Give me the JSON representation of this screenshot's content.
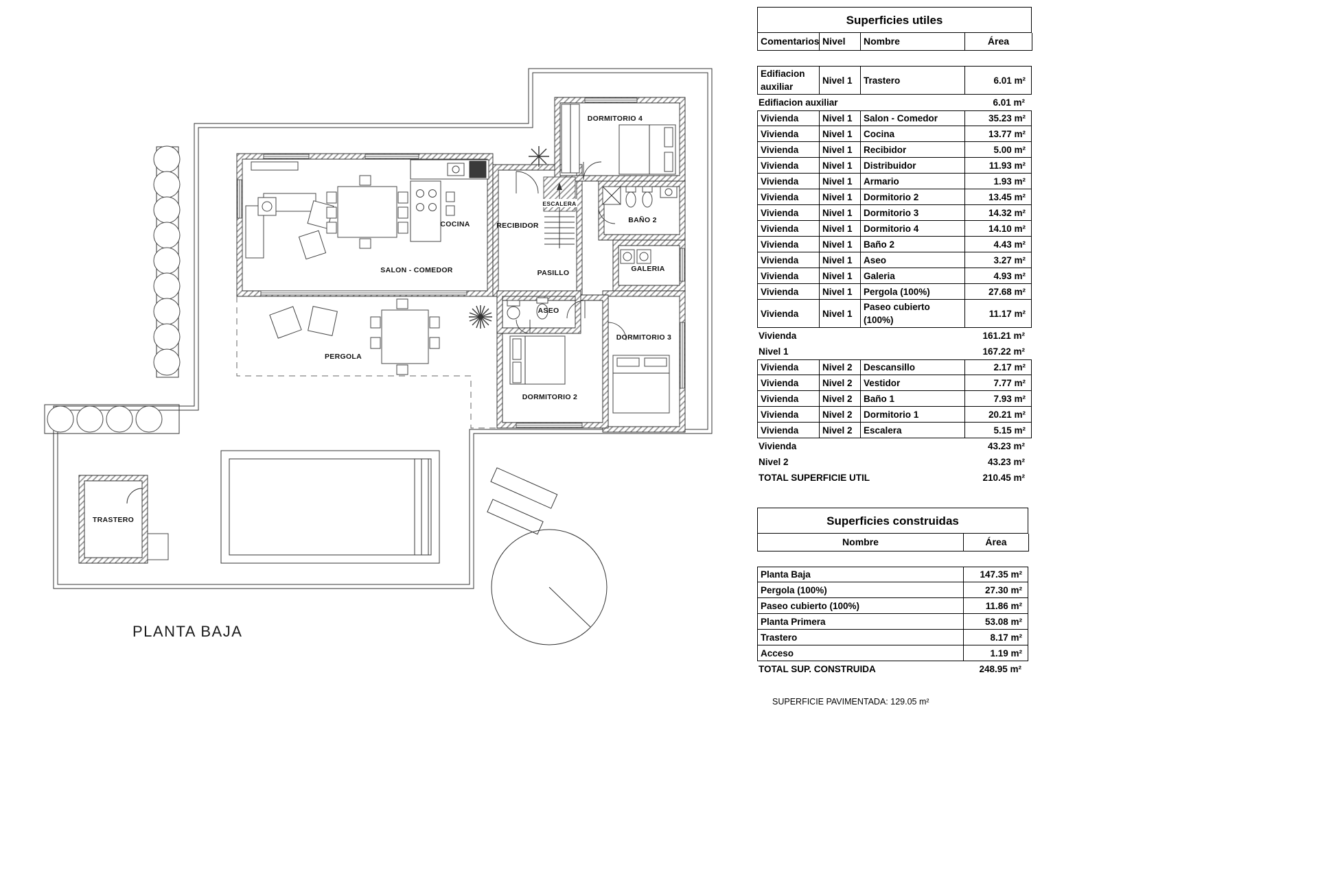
{
  "plan": {
    "title": "PLANTA BAJA",
    "footnote": "SUPERFICIE PAVIMENTADA: 129.05 m²",
    "rooms": {
      "salon": "SALON - COMEDOR",
      "cocina": "COCINA",
      "recibidor": "RECIBIDOR",
      "escalera": "ESCALERA",
      "pasillo": "PASILLO",
      "galeria": "GALERIA",
      "aseo": "ASEO",
      "bano2": "BAÑO 2",
      "dormitorio2": "DORMITORIO 2",
      "dormitorio3": "DORMITORIO 3",
      "dormitorio4": "DORMITORIO 4",
      "pergola": "PERGOLA",
      "trastero": "TRASTERO"
    }
  },
  "tables": {
    "utiles": {
      "title": "Superficies utiles",
      "headers": [
        "Comentarios",
        "Nivel",
        "Nombre",
        "Área"
      ],
      "rows": [
        {
          "type": "data",
          "comentarios": "Edifiacion auxiliar",
          "nivel": "Nivel 1",
          "nombre": "Trastero",
          "area": "6.01 m²"
        },
        {
          "type": "subtotal",
          "label": "Edifiacion auxiliar",
          "area": "6.01 m²"
        },
        {
          "type": "data",
          "comentarios": "Vivienda",
          "nivel": "Nivel 1",
          "nombre": "Salon - Comedor",
          "area": "35.23 m²"
        },
        {
          "type": "data",
          "comentarios": "Vivienda",
          "nivel": "Nivel 1",
          "nombre": "Cocina",
          "area": "13.77 m²"
        },
        {
          "type": "data",
          "comentarios": "Vivienda",
          "nivel": "Nivel 1",
          "nombre": "Recibidor",
          "area": "5.00 m²"
        },
        {
          "type": "data",
          "comentarios": "Vivienda",
          "nivel": "Nivel 1",
          "nombre": "Distribuidor",
          "area": "11.93 m²"
        },
        {
          "type": "data",
          "comentarios": "Vivienda",
          "nivel": "Nivel 1",
          "nombre": "Armario",
          "area": "1.93 m²"
        },
        {
          "type": "data",
          "comentarios": "Vivienda",
          "nivel": "Nivel 1",
          "nombre": "Dormitorio 2",
          "area": "13.45 m²"
        },
        {
          "type": "data",
          "comentarios": "Vivienda",
          "nivel": "Nivel 1",
          "nombre": "Dormitorio 3",
          "area": "14.32 m²"
        },
        {
          "type": "data",
          "comentarios": "Vivienda",
          "nivel": "Nivel 1",
          "nombre": "Dormitorio 4",
          "area": "14.10 m²"
        },
        {
          "type": "data",
          "comentarios": "Vivienda",
          "nivel": "Nivel 1",
          "nombre": "Baño 2",
          "area": "4.43 m²"
        },
        {
          "type": "data",
          "comentarios": "Vivienda",
          "nivel": "Nivel 1",
          "nombre": "Aseo",
          "area": "3.27 m²"
        },
        {
          "type": "data",
          "comentarios": "Vivienda",
          "nivel": "Nivel 1",
          "nombre": "Galeria",
          "area": "4.93 m²"
        },
        {
          "type": "data",
          "comentarios": "Vivienda",
          "nivel": "Nivel 1",
          "nombre": "Pergola (100%)",
          "area": "27.68 m²"
        },
        {
          "type": "data",
          "comentarios": "Vivienda",
          "nivel": "Nivel 1",
          "nombre": "Paseo cubierto (100%)",
          "area": "11.17 m²"
        },
        {
          "type": "subtotal",
          "label": "Vivienda",
          "area": "161.21 m²"
        },
        {
          "type": "subtotal",
          "label": "Nivel 1",
          "area": "167.22 m²"
        },
        {
          "type": "data",
          "comentarios": "Vivienda",
          "nivel": "Nivel 2",
          "nombre": "Descansillo",
          "area": "2.17 m²"
        },
        {
          "type": "data",
          "comentarios": "Vivienda",
          "nivel": "Nivel 2",
          "nombre": "Vestidor",
          "area": "7.77 m²"
        },
        {
          "type": "data",
          "comentarios": "Vivienda",
          "nivel": "Nivel 2",
          "nombre": "Baño 1",
          "area": "7.93 m²"
        },
        {
          "type": "data",
          "comentarios": "Vivienda",
          "nivel": "Nivel 2",
          "nombre": "Dormitorio 1",
          "area": "20.21 m²"
        },
        {
          "type": "data",
          "comentarios": "Vivienda",
          "nivel": "Nivel 2",
          "nombre": "Escalera",
          "area": "5.15 m²"
        },
        {
          "type": "subtotal",
          "label": "Vivienda",
          "area": "43.23 m²"
        },
        {
          "type": "subtotal",
          "label": "Nivel 2",
          "area": "43.23 m²"
        },
        {
          "type": "total",
          "label": "TOTAL SUPERFICIE UTIL",
          "area": "210.45 m²"
        }
      ]
    },
    "construidas": {
      "title": "Superficies construidas",
      "headers": [
        "Nombre",
        "Área"
      ],
      "rows": [
        {
          "type": "data",
          "nombre": "Planta Baja",
          "area": "147.35 m²"
        },
        {
          "type": "data",
          "nombre": "Pergola (100%)",
          "area": "27.30 m²"
        },
        {
          "type": "data",
          "nombre": "Paseo cubierto (100%)",
          "area": "11.86 m²"
        },
        {
          "type": "data",
          "nombre": "Planta Primera",
          "area": "53.08 m²"
        },
        {
          "type": "data",
          "nombre": "Trastero",
          "area": "8.17 m²"
        },
        {
          "type": "data",
          "nombre": "Acceso",
          "area": "1.19 m²"
        },
        {
          "type": "total",
          "label": "TOTAL SUP. CONSTRUIDA",
          "area": "248.95 m²"
        }
      ]
    }
  }
}
